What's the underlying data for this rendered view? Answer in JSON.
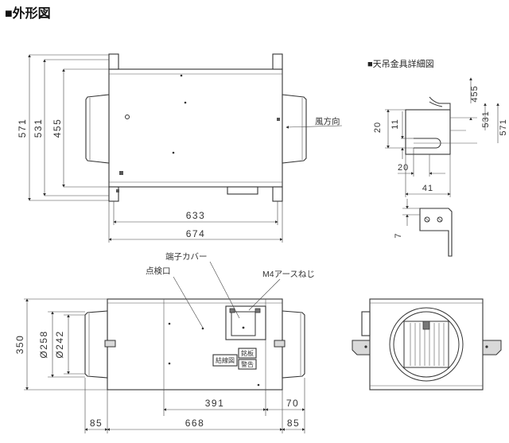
{
  "title": "■外形図",
  "detail_title": "■天吊金具詳細図",
  "labels": {
    "airflow": "風方向",
    "terminal_cover": "端子カバー",
    "inspection_port": "点検口",
    "earth_screw": "M4アースねじ",
    "wiring_diagram": "結線図",
    "nameplate": "銘板",
    "warning": "警告"
  },
  "dimensions": {
    "top_total_height": "571",
    "top_inner_height": "531",
    "top_box_height": "455",
    "top_body_length": "633",
    "top_total_length": "674",
    "detail_455": "455",
    "detail_531": "531",
    "detail_571": "571",
    "detail_20_v": "20",
    "detail_11": "11",
    "detail_20_h": "20",
    "detail_41": "41",
    "detail_7": "7",
    "front_height": "350",
    "duct_outer": "Ø258",
    "duct_inner": "Ø242",
    "front_391": "391",
    "front_70": "70",
    "front_85_left": "85",
    "front_668": "668",
    "front_85_right": "85"
  }
}
